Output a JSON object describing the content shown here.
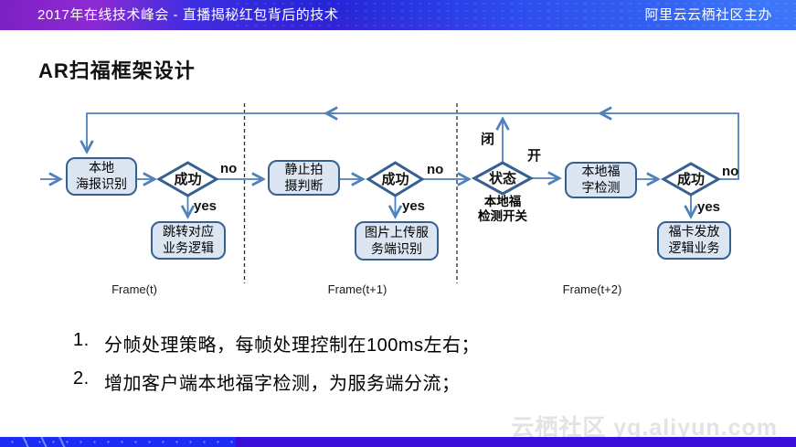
{
  "header": {
    "left_title": "2017年在线技术峰会 - 直播揭秘红包背后的技术",
    "right_title": "阿里云云栖社区主办"
  },
  "title": "AR扫福框架设计",
  "flowchart": {
    "nodes": {
      "local_poster": {
        "line1": "本地",
        "line2": "海报识别"
      },
      "success1": {
        "label": "成功"
      },
      "jump_biz": {
        "line1": "跳转对应",
        "line2": "业务逻辑"
      },
      "still_judge": {
        "line1": "静止拍",
        "line2": "摄判断"
      },
      "success2": {
        "label": "成功"
      },
      "upload_recog": {
        "line1": "图片上传服",
        "line2": "务端识别"
      },
      "state": {
        "label": "状态",
        "caption_line1": "本地福",
        "caption_line2": "检测开关"
      },
      "local_fu": {
        "line1": "本地福",
        "line2": "字检测"
      },
      "success3": {
        "label": "成功"
      },
      "fuka": {
        "line1": "福卡发放",
        "line2": "逻辑业务"
      }
    },
    "labels": {
      "no1": "no",
      "yes1": "yes",
      "no2": "no",
      "yes2": "yes",
      "no3": "no",
      "yes3": "yes",
      "closed": "闭",
      "open": "开"
    },
    "frames": {
      "f0": "Frame(t)",
      "f1": "Frame(t+1)",
      "f2": "Frame(t+2)"
    },
    "colors": {
      "connector": "#4f81bd",
      "node_border": "#376092",
      "node_fill": "#dce6f2",
      "diamond_fill": "#ffffff",
      "text": "#000000"
    }
  },
  "bullets": [
    {
      "num": "1.",
      "text": "分帧处理策略，每帧处理控制在100ms左右；"
    },
    {
      "num": "2.",
      "text": "增加客户端本地福字检测，为服务端分流；"
    }
  ],
  "footer": {
    "watermark": "云栖社区 yq.aliyun.com"
  }
}
